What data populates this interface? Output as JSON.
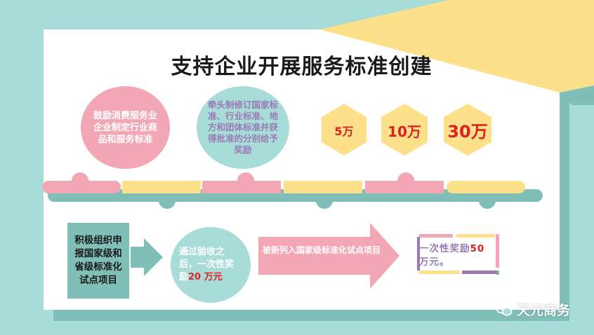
{
  "title": "支持企业开展服务标准创建",
  "top_circles": [
    {
      "text": "鼓励消费服务业企业制定行业商品和服务标准"
    },
    {
      "text": "牵头制修订国家标准、行业标准、地方和团体标准并获得批准的分别给予奖励"
    }
  ],
  "hexagons": [
    {
      "label": "5万"
    },
    {
      "label": "10万"
    },
    {
      "label": "30万"
    }
  ],
  "bottom": {
    "box_text": "积极组织申报国家级和省级标准化试点项目",
    "circle_text_a": "通过验收之后，一次性奖励",
    "circle_text_red": "20 万",
    "circle_text_b": "元",
    "arrow_text": "被新列入国家级标准化试点项目",
    "award_a": "一次性奖励",
    "award_red": "50",
    "award_b": "万元。"
  },
  "watermark": {
    "text": "天元商务",
    "icon": "wechat-icon"
  },
  "colors": {
    "background": "#a8dcd9",
    "pink": "#f3a6b3",
    "yellow": "#fde18a",
    "teal": "#7fbfb8",
    "purple_text": "#9a7ab4",
    "red_text": "#e02020"
  }
}
